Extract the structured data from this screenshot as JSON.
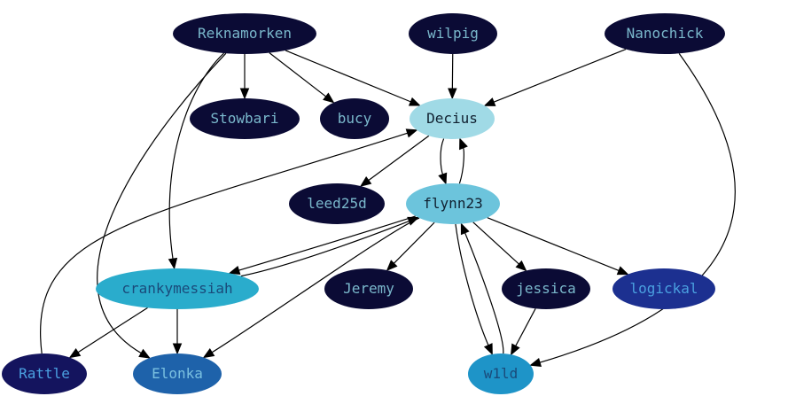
{
  "graph": {
    "nodes": [
      {
        "id": "Reknamorken",
        "label": "Reknamorken",
        "fill": "#0b0b35",
        "text_color": "#7ab8cc"
      },
      {
        "id": "wilpig",
        "label": "wilpig",
        "fill": "#0b0b35",
        "text_color": "#7ab8cc"
      },
      {
        "id": "Nanochick",
        "label": "Nanochick",
        "fill": "#0b0b35",
        "text_color": "#7ab8cc"
      },
      {
        "id": "Stowbari",
        "label": "Stowbari",
        "fill": "#0b0b35",
        "text_color": "#7ab8cc"
      },
      {
        "id": "bucy",
        "label": "bucy",
        "fill": "#0b0b35",
        "text_color": "#7ab8cc"
      },
      {
        "id": "Decius",
        "label": "Decius",
        "fill": "#a0dae6",
        "text_color": "#102030"
      },
      {
        "id": "leed25d",
        "label": "leed25d",
        "fill": "#0b0b35",
        "text_color": "#7ab8cc"
      },
      {
        "id": "flynn23",
        "label": "flynn23",
        "fill": "#6cc4dc",
        "text_color": "#102030"
      },
      {
        "id": "crankymessiah",
        "label": "crankymessiah",
        "fill": "#2aaccc",
        "text_color": "#1a4a7a"
      },
      {
        "id": "Jeremy",
        "label": "Jeremy",
        "fill": "#0b0b35",
        "text_color": "#7ab8cc"
      },
      {
        "id": "jessica",
        "label": "jessica",
        "fill": "#0b0b35",
        "text_color": "#7ab8cc"
      },
      {
        "id": "logickal",
        "label": "logickal",
        "fill": "#1c3090",
        "text_color": "#4aa0e0"
      },
      {
        "id": "Rattle",
        "label": "Rattle",
        "fill": "#14145e",
        "text_color": "#4aa0e0"
      },
      {
        "id": "Elonka",
        "label": "Elonka",
        "fill": "#1e62aa",
        "text_color": "#7ac0e0"
      },
      {
        "id": "w1ld",
        "label": "w1ld",
        "fill": "#1e94c8",
        "text_color": "#1a4a7a"
      }
    ],
    "edges": [
      {
        "from": "Reknamorken",
        "to": "Stowbari"
      },
      {
        "from": "Reknamorken",
        "to": "bucy"
      },
      {
        "from": "Reknamorken",
        "to": "Decius"
      },
      {
        "from": "Reknamorken",
        "to": "crankymessiah"
      },
      {
        "from": "Reknamorken",
        "to": "Elonka"
      },
      {
        "from": "wilpig",
        "to": "Decius"
      },
      {
        "from": "Nanochick",
        "to": "Decius"
      },
      {
        "from": "Nanochick",
        "to": "w1ld"
      },
      {
        "from": "Decius",
        "to": "leed25d"
      },
      {
        "from": "Decius",
        "to": "flynn23"
      },
      {
        "from": "flynn23",
        "to": "Decius"
      },
      {
        "from": "flynn23",
        "to": "crankymessiah"
      },
      {
        "from": "crankymessiah",
        "to": "flynn23"
      },
      {
        "from": "flynn23",
        "to": "Elonka"
      },
      {
        "from": "flynn23",
        "to": "Jeremy"
      },
      {
        "from": "flynn23",
        "to": "jessica"
      },
      {
        "from": "flynn23",
        "to": "logickal"
      },
      {
        "from": "flynn23",
        "to": "w1ld"
      },
      {
        "from": "w1ld",
        "to": "flynn23"
      },
      {
        "from": "jessica",
        "to": "w1ld"
      },
      {
        "from": "crankymessiah",
        "to": "Rattle"
      },
      {
        "from": "crankymessiah",
        "to": "Elonka"
      },
      {
        "from": "Rattle",
        "to": "Decius"
      }
    ]
  }
}
